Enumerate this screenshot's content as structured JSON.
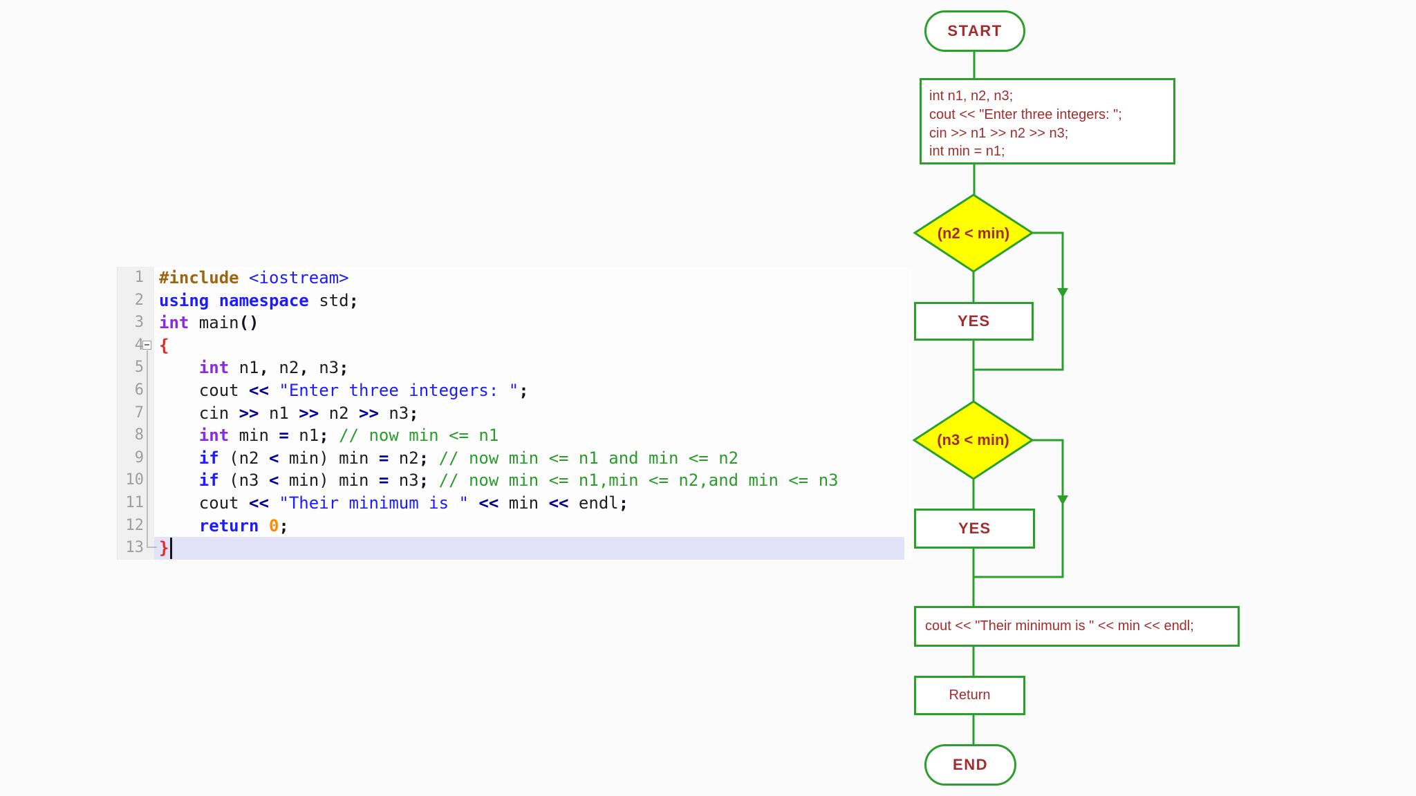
{
  "colors": {
    "flow_green": "#2aa02a",
    "flow_yellow": "#ffff00",
    "flow_text_red": "#a42c2c",
    "active_line_highlight": "#e2e2f8",
    "gutter_bg": "#f0f0f0",
    "keyword_blue": "#1c1cff",
    "operator_navy": "#000096",
    "type_purple": "#8a2be2",
    "comment_green": "#2a9c2a",
    "number_orange": "#ff8c00",
    "brace_red": "#e02b20",
    "include_brown": "#9f6410"
  },
  "editor": {
    "gutter_numbers": [
      "1",
      "2",
      "3",
      "4",
      "5",
      "6",
      "7",
      "8",
      "9",
      "10",
      "11",
      "12",
      "13"
    ],
    "active_line": 13,
    "lines": [
      [
        {
          "t": "#include",
          "c": "inc"
        },
        {
          "t": " ",
          "c": "p"
        },
        {
          "t": "<iostream>",
          "c": "s"
        }
      ],
      [
        {
          "t": "using",
          "c": "k"
        },
        {
          "t": " ",
          "c": "p"
        },
        {
          "t": "namespace",
          "c": "k"
        },
        {
          "t": " std",
          "c": "p"
        },
        {
          "t": ";",
          "c": "u"
        }
      ],
      [
        {
          "t": "int",
          "c": "t"
        },
        {
          "t": " main",
          "c": "p"
        },
        {
          "t": "()",
          "c": "u"
        }
      ],
      [
        {
          "t": "{",
          "c": "b"
        }
      ],
      [
        {
          "t": "    ",
          "c": "p"
        },
        {
          "t": "int",
          "c": "t"
        },
        {
          "t": " n1",
          "c": "p"
        },
        {
          "t": ",",
          "c": "u"
        },
        {
          "t": " n2",
          "c": "p"
        },
        {
          "t": ",",
          "c": "u"
        },
        {
          "t": " n3",
          "c": "p"
        },
        {
          "t": ";",
          "c": "u"
        }
      ],
      [
        {
          "t": "    cout ",
          "c": "p"
        },
        {
          "t": "<<",
          "c": "o"
        },
        {
          "t": " ",
          "c": "p"
        },
        {
          "t": "\"Enter three integers: \"",
          "c": "s"
        },
        {
          "t": ";",
          "c": "u"
        }
      ],
      [
        {
          "t": "    cin ",
          "c": "p"
        },
        {
          "t": ">>",
          "c": "o"
        },
        {
          "t": " n1 ",
          "c": "p"
        },
        {
          "t": ">>",
          "c": "o"
        },
        {
          "t": " n2 ",
          "c": "p"
        },
        {
          "t": ">>",
          "c": "o"
        },
        {
          "t": " n3",
          "c": "p"
        },
        {
          "t": ";",
          "c": "u"
        }
      ],
      [
        {
          "t": "    ",
          "c": "p"
        },
        {
          "t": "int",
          "c": "t"
        },
        {
          "t": " min ",
          "c": "p"
        },
        {
          "t": "=",
          "c": "o"
        },
        {
          "t": " n1",
          "c": "p"
        },
        {
          "t": ";",
          "c": "u"
        },
        {
          "t": " ",
          "c": "p"
        },
        {
          "t": "// now min <= n1",
          "c": "c"
        }
      ],
      [
        {
          "t": "    ",
          "c": "p"
        },
        {
          "t": "if",
          "c": "k"
        },
        {
          "t": " (n2 ",
          "c": "p"
        },
        {
          "t": "<",
          "c": "o"
        },
        {
          "t": " min) min ",
          "c": "p"
        },
        {
          "t": "=",
          "c": "o"
        },
        {
          "t": " n2",
          "c": "p"
        },
        {
          "t": ";",
          "c": "u"
        },
        {
          "t": " ",
          "c": "p"
        },
        {
          "t": "// now min <= n1 and min <= n2",
          "c": "c"
        }
      ],
      [
        {
          "t": "    ",
          "c": "p"
        },
        {
          "t": "if",
          "c": "k"
        },
        {
          "t": " (n3 ",
          "c": "p"
        },
        {
          "t": "<",
          "c": "o"
        },
        {
          "t": " min) min ",
          "c": "p"
        },
        {
          "t": "=",
          "c": "o"
        },
        {
          "t": " n3",
          "c": "p"
        },
        {
          "t": ";",
          "c": "u"
        },
        {
          "t": " ",
          "c": "p"
        },
        {
          "t": "// now min <= n1,min <= n2,and min <= n3",
          "c": "c"
        }
      ],
      [
        {
          "t": "    cout ",
          "c": "p"
        },
        {
          "t": "<<",
          "c": "o"
        },
        {
          "t": " ",
          "c": "p"
        },
        {
          "t": "\"Their minimum is \"",
          "c": "s"
        },
        {
          "t": " ",
          "c": "p"
        },
        {
          "t": "<<",
          "c": "o"
        },
        {
          "t": " min ",
          "c": "p"
        },
        {
          "t": "<<",
          "c": "o"
        },
        {
          "t": " endl",
          "c": "p"
        },
        {
          "t": ";",
          "c": "u"
        }
      ],
      [
        {
          "t": "    ",
          "c": "p"
        },
        {
          "t": "return",
          "c": "k"
        },
        {
          "t": " ",
          "c": "p"
        },
        {
          "t": "0",
          "c": "n"
        },
        {
          "t": ";",
          "c": "u"
        }
      ],
      [
        {
          "t": "}",
          "c": "b"
        }
      ]
    ]
  },
  "flowchart": {
    "start_label": "START",
    "process1": [
      "int n1, n2, n3;",
      "cout << \"Enter three integers: \";",
      "cin >> n1 >> n2 >> n3;",
      "int min = n1;"
    ],
    "decision1": "(n2 < min)",
    "yes1": "YES",
    "decision2": "(n3 < min)",
    "yes2": "YES",
    "output": "cout << \"Their minimum is \" << min << endl;",
    "return_label": "Return",
    "end_label": "END"
  }
}
